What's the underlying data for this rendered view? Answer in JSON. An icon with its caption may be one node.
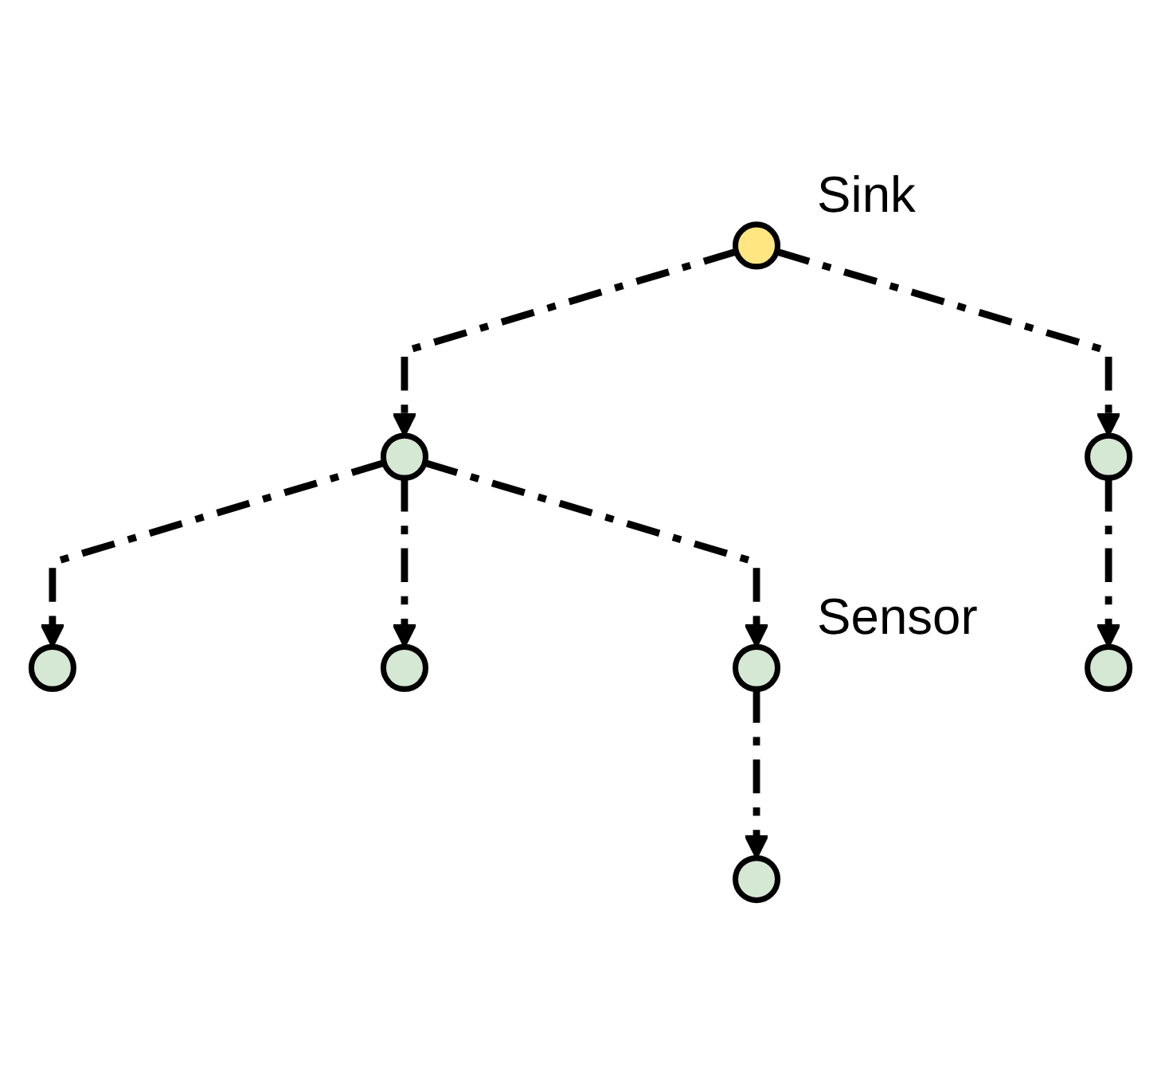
{
  "diagram": {
    "nodes": [
      {
        "text": [],
        "shape": "circle",
        "beside": [
          "Sink"
        ]
      },
      {
        "text": [],
        "shape": "circle"
      },
      {
        "text": [],
        "shape": "circle"
      },
      {
        "text": [],
        "shape": "circle"
      },
      {
        "text": [],
        "shape": "circle"
      },
      {
        "text": [],
        "shape": "circle",
        "beside": [
          "Sensor"
        ]
      },
      {
        "text": [],
        "shape": "circle"
      },
      {
        "text": [],
        "shape": "circle"
      }
    ],
    "edges": [
      {
        "from": 0,
        "to": 1,
        "arrow": "to",
        "style": "dashed"
      },
      {
        "from": 0,
        "to": 2,
        "arrow": "to",
        "style": "dashed"
      },
      {
        "from": 1,
        "to": 3,
        "arrow": "to",
        "style": "dashed"
      },
      {
        "from": 1,
        "to": 4,
        "arrow": "to",
        "style": "dashed"
      },
      {
        "from": 1,
        "to": 5,
        "arrow": "to",
        "style": "dashed"
      },
      {
        "from": 2,
        "to": 6,
        "arrow": "to",
        "style": "dashed"
      },
      {
        "from": 5,
        "to": 7,
        "arrow": "to",
        "style": "dashed"
      }
    ]
  }
}
